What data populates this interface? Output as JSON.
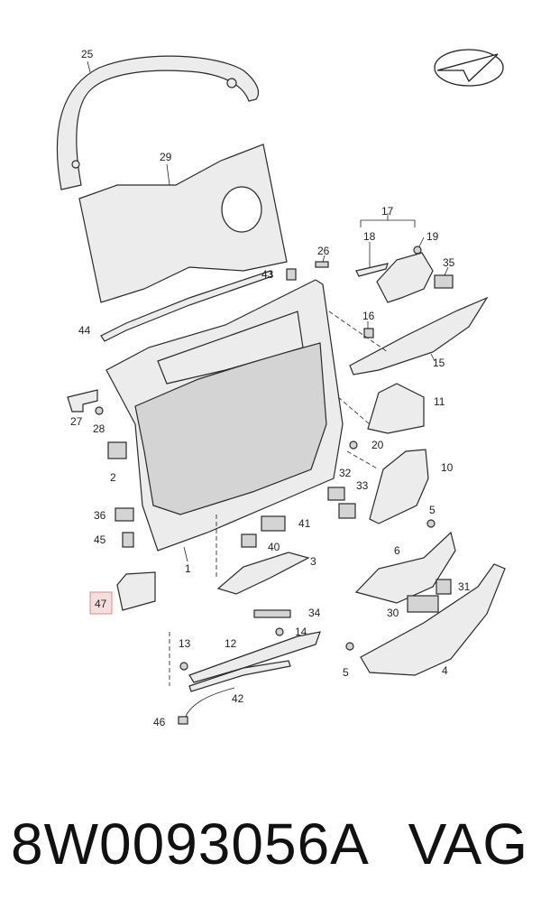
{
  "callouts": [
    {
      "id": "c25",
      "label": "25"
    },
    {
      "id": "c29",
      "label": "29"
    },
    {
      "id": "c17",
      "label": "17"
    },
    {
      "id": "c18",
      "label": "18"
    },
    {
      "id": "c19",
      "label": "19"
    },
    {
      "id": "c26",
      "label": "26"
    },
    {
      "id": "c35",
      "label": "35"
    },
    {
      "id": "c43",
      "label": "43"
    },
    {
      "id": "c16",
      "label": "16"
    },
    {
      "id": "c44",
      "label": "44"
    },
    {
      "id": "c15",
      "label": "15"
    },
    {
      "id": "c11",
      "label": "11"
    },
    {
      "id": "c27",
      "label": "27"
    },
    {
      "id": "c28",
      "label": "28"
    },
    {
      "id": "c20",
      "label": "20"
    },
    {
      "id": "c2",
      "label": "2"
    },
    {
      "id": "c10",
      "label": "10"
    },
    {
      "id": "c32",
      "label": "32"
    },
    {
      "id": "c33",
      "label": "33"
    },
    {
      "id": "c5a",
      "label": "5"
    },
    {
      "id": "c36",
      "label": "36"
    },
    {
      "id": "c41",
      "label": "41"
    },
    {
      "id": "c45",
      "label": "45"
    },
    {
      "id": "c40",
      "label": "40"
    },
    {
      "id": "c6",
      "label": "6"
    },
    {
      "id": "c1",
      "label": "1"
    },
    {
      "id": "c3",
      "label": "3"
    },
    {
      "id": "c31",
      "label": "31"
    },
    {
      "id": "c47",
      "label": "47"
    },
    {
      "id": "c30",
      "label": "30"
    },
    {
      "id": "c34",
      "label": "34"
    },
    {
      "id": "c14",
      "label": "14"
    },
    {
      "id": "c13",
      "label": "13"
    },
    {
      "id": "c12",
      "label": "12"
    },
    {
      "id": "c5b",
      "label": "5"
    },
    {
      "id": "c4",
      "label": "4"
    },
    {
      "id": "c42",
      "label": "42"
    },
    {
      "id": "c46",
      "label": "46"
    }
  ],
  "footer": {
    "part_number": "8W0093056A",
    "brand": "VAG"
  },
  "highlight_color": "#f7dede"
}
